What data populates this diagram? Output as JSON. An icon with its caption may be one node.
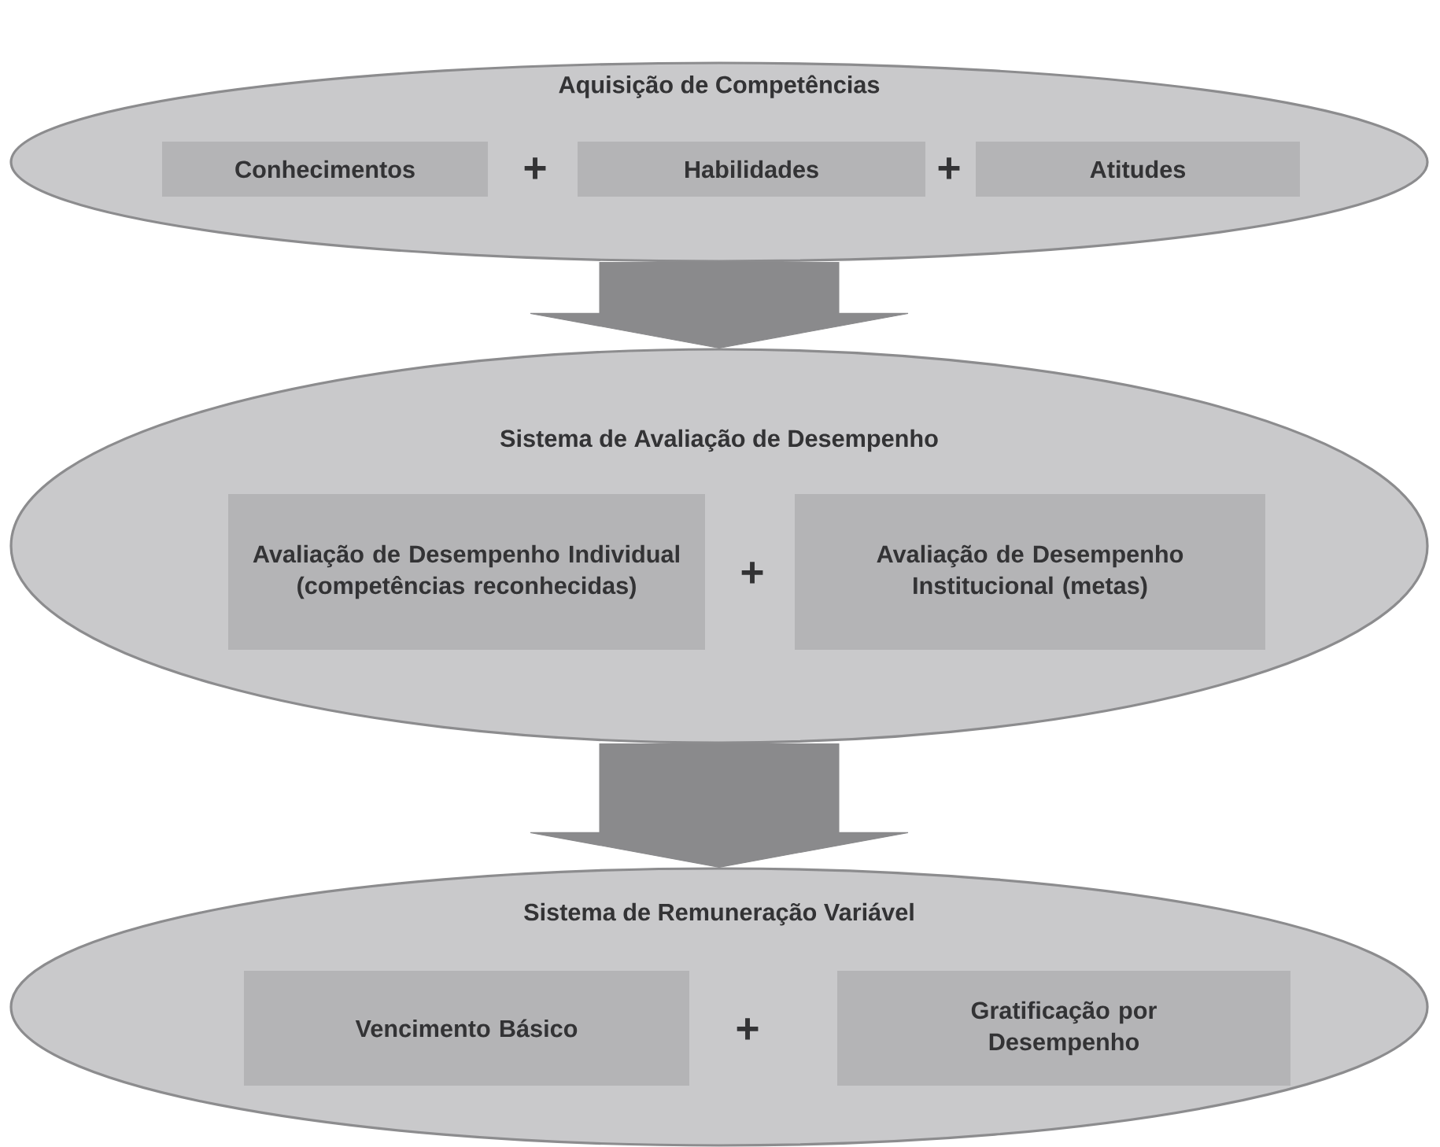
{
  "diagram": {
    "nodes": [
      {
        "text": [
          "Aquisição de Competências"
        ]
      },
      {
        "text": [
          "Conhecimentos"
        ],
        "in": 0
      },
      {
        "text": [
          "Habilidades"
        ],
        "in": 0
      },
      {
        "text": [
          "Atitudes"
        ],
        "in": 0
      },
      {
        "text": [
          "Sistema de Avaliação de Desempenho"
        ]
      },
      {
        "text": [
          "Avaliação de Desempenho Individual (competências reconhecidas)"
        ],
        "in": 4
      },
      {
        "text": [
          "Avaliação de Desempenho Institucional (metas)"
        ],
        "in": 4
      },
      {
        "text": [
          "Sistema de Remuneração Variável"
        ]
      },
      {
        "text": [
          "Vencimento Básico"
        ],
        "in": 7
      },
      {
        "text": [
          "Gratificação por Desempenho"
        ],
        "in": 7
      }
    ],
    "edges": [
      {
        "from": 0,
        "to": 4,
        "arrow": "to"
      },
      {
        "from": 4,
        "to": 7,
        "arrow": "to"
      }
    ],
    "labels": [
      "+",
      "+",
      "+",
      "+"
    ]
  }
}
